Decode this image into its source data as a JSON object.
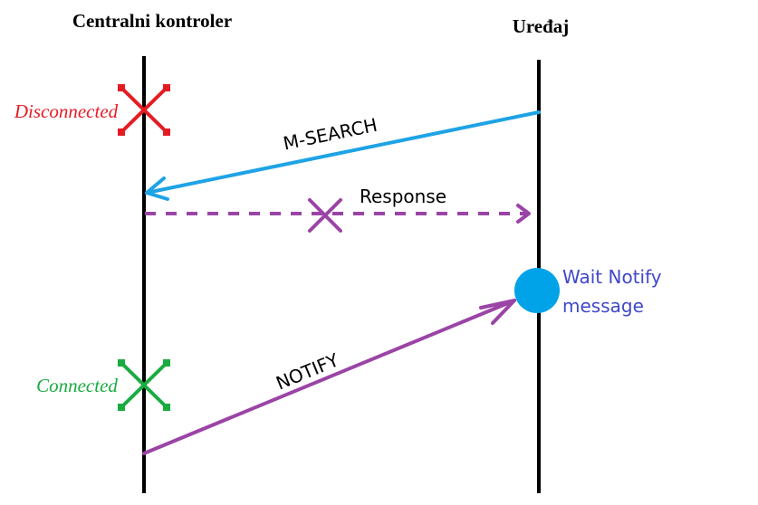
{
  "participants": {
    "left": "Centralni kontroler",
    "right": "Uređaj"
  },
  "states": {
    "disconnected": "Disconnected",
    "connected": "Connected"
  },
  "messages": {
    "msearch": "M-SEARCH",
    "response": "Response",
    "notify": "NOTIFY"
  },
  "note": {
    "line1": "Wait Notify",
    "line2": "message"
  },
  "colors": {
    "lifeline": "#000000",
    "disconnected": "#e51b24",
    "connected": "#1aab40",
    "msearch": "#1ea3e6",
    "purple": "#9b44a6",
    "wait_dot": "#00a2e8",
    "note_text": "#3f48cc"
  }
}
